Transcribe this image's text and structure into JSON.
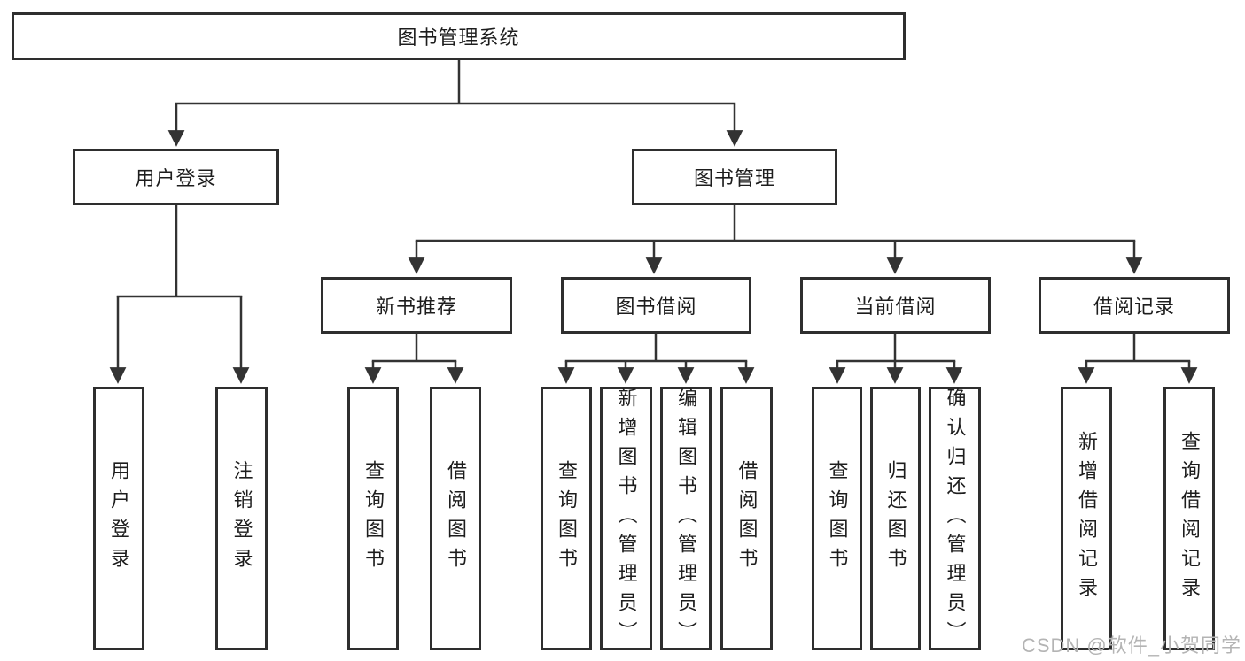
{
  "diagram": {
    "root": {
      "label": "图书管理系统"
    },
    "user_login": {
      "label": "用户登录",
      "children": {
        "login": "用户登录",
        "logout": "注销登录"
      }
    },
    "book_management": {
      "label": "图书管理",
      "new_book_recommend": {
        "label": "新书推荐",
        "children": {
          "query_books": "查询图书",
          "borrow_books": "借阅图书"
        }
      },
      "book_borrowing": {
        "label": "图书借阅",
        "children": {
          "query_books": "查询图书",
          "add_books_admin": "新增图书（管理员）",
          "edit_books_admin": "编辑图书（管理员）",
          "borrow_books": "借阅图书"
        }
      },
      "current_borrowing": {
        "label": "当前借阅",
        "children": {
          "query_books": "查询图书",
          "return_books": "归还图书",
          "confirm_return_admin": "确认归还（管理员）"
        }
      },
      "borrowing_records": {
        "label": "借阅记录",
        "children": {
          "add_record": "新增借阅记录",
          "query_record": "查询借阅记录"
        }
      }
    }
  },
  "watermark": {
    "text": "CSDN @软件_小贺同学"
  },
  "colors": {
    "line": "#333333",
    "box_border": "#2e2e2e",
    "text": "#1d1d1d",
    "watermark": "#b4b4b4",
    "background": "#ffffff"
  }
}
